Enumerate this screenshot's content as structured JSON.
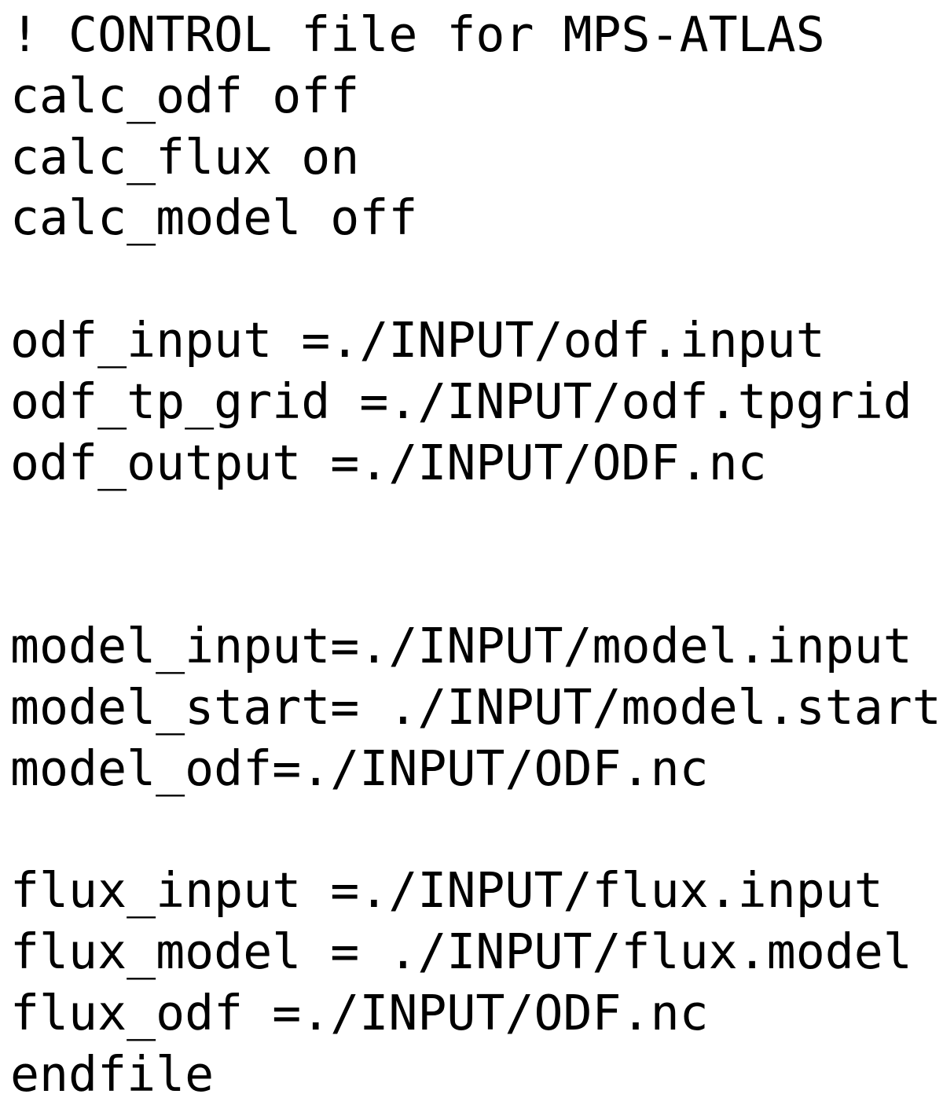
{
  "document": {
    "kind": "plain-text-config-file",
    "title": "! CONTROL file for MPS-ATLAS",
    "text_color": "#000000",
    "background_color": "#ffffff",
    "lines": [
      {
        "id": "comment-header",
        "text": "! CONTROL file for MPS-ATLAS"
      },
      {
        "id": "calc-odf",
        "text": "calc_odf off"
      },
      {
        "id": "calc-flux",
        "text": "calc_flux on"
      },
      {
        "id": "calc-model",
        "text": "calc_model off"
      },
      {
        "id": "blank-1",
        "text": ""
      },
      {
        "id": "odf-input",
        "text": "odf_input =./INPUT/odf.input"
      },
      {
        "id": "odf-tp-grid",
        "text": "odf_tp_grid =./INPUT/odf.tpgrid"
      },
      {
        "id": "odf-output",
        "text": "odf_output =./INPUT/ODF.nc"
      },
      {
        "id": "blank-2",
        "text": ""
      },
      {
        "id": "blank-3",
        "text": ""
      },
      {
        "id": "model-input",
        "text": "model_input=./INPUT/model.input"
      },
      {
        "id": "model-start",
        "text": "model_start= ./INPUT/model.start"
      },
      {
        "id": "model-odf",
        "text": "model_odf=./INPUT/ODF.nc"
      },
      {
        "id": "blank-4",
        "text": ""
      },
      {
        "id": "flux-input",
        "text": "flux_input =./INPUT/flux.input"
      },
      {
        "id": "flux-model",
        "text": "flux_model = ./INPUT/flux.model"
      },
      {
        "id": "flux-odf",
        "text": "flux_odf =./INPUT/ODF.nc"
      },
      {
        "id": "endfile",
        "text": "endfile"
      }
    ]
  }
}
